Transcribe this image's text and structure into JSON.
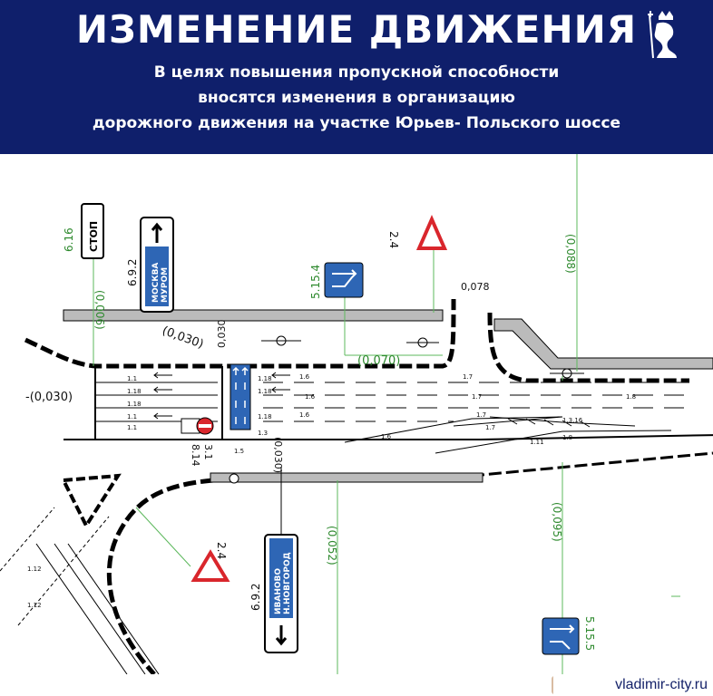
{
  "header": {
    "title": "ИЗМЕНЕНИЕ ДВИЖЕНИЯ",
    "subtitle_lines": [
      "В целях повышения пропускной способности",
      "вносятся изменения в организацию",
      "дорожного движения на участке Юрьев- Польского шоссе"
    ],
    "background_color": "#0f1f6b",
    "crest_icon": "city-crest-lion-icon"
  },
  "plan": {
    "colors": {
      "road_edge": "#000000",
      "dimension": "#5cb85c",
      "sign_blue": "#2e66b5",
      "sign_red": "#d9262c",
      "text": "#111111"
    },
    "measurements": {
      "m_0030_left": "-(0,030)",
      "m_0030_diag": "(0,030)",
      "m_0030_vert": "0,030",
      "m_0030_below": "(0,030)",
      "m_006": "(0,006)",
      "m_0070": "(0,070)",
      "m_0078": "0,078",
      "m_0088": "(0,088)",
      "m_0052": "(0,052)",
      "m_0095": "(0,095)"
    },
    "markings": {
      "m11_a": "1.1",
      "m11_b": "1.1",
      "m11_c": "1.1",
      "m118_a": "1.18",
      "m118_b": "1.18",
      "m118_c": "1.18",
      "m118_d": "1.18",
      "m118_e": "1.18",
      "m16_a": "1.6",
      "m16_b": "1.6",
      "m16_c": "1.6",
      "m16_d": "1.6",
      "m17_a": "1.7",
      "m17_b": "1.7",
      "m17_c": "1.7",
      "m17_d": "1.7",
      "m18_a": "1.8",
      "m18_b": "1.8",
      "m111": "1.11",
      "m15": "1.5",
      "m13": "1.3",
      "m1316": "1.3.16",
      "m112_a": "1.12",
      "m112_b": "1.12"
    },
    "signs": {
      "stop_code": "6.16",
      "stop_text": "СТОП",
      "direction_top_code": "6.9.2",
      "direction_top_lines": [
        "МОСКВА",
        "МУРОМ"
      ],
      "warn_top_code": "2.4",
      "lane_top_code": "5.15.4",
      "no_entry_code": "3.1",
      "no_entry_table_code": "8.14",
      "warn_bottom_code": "2.4",
      "direction_bottom_code": "6.9.2",
      "direction_bottom_lines": [
        "ИВАНОВО",
        "Н.НОВГОРОД"
      ],
      "lane_bottom_code": "5.15.5"
    }
  },
  "footer": {
    "site": "vladimir-city.ru"
  }
}
